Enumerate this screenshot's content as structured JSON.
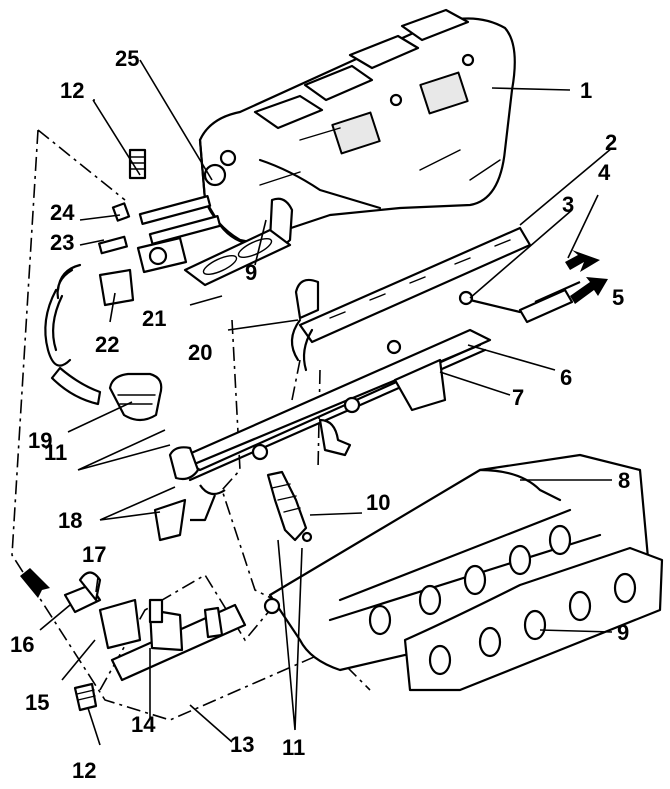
{
  "labels": {
    "l1": "1",
    "l2": "2",
    "l3": "3",
    "l4": "4",
    "l5": "5",
    "l6": "6",
    "l7": "7",
    "l8": "8",
    "l9a": "9",
    "l9b": "9",
    "l10": "10",
    "l11a": "11",
    "l11b": "11",
    "l12a": "12",
    "l12b": "12",
    "l13": "13",
    "l14": "14",
    "l15": "15",
    "l16": "16",
    "l17": "17",
    "l18": "18",
    "l19": "19",
    "l20": "20",
    "l21": "21",
    "l22": "22",
    "l23": "23",
    "l24": "24",
    "l25": "25"
  },
  "colors": {
    "ink": "#000000",
    "paper": "#ffffff"
  }
}
